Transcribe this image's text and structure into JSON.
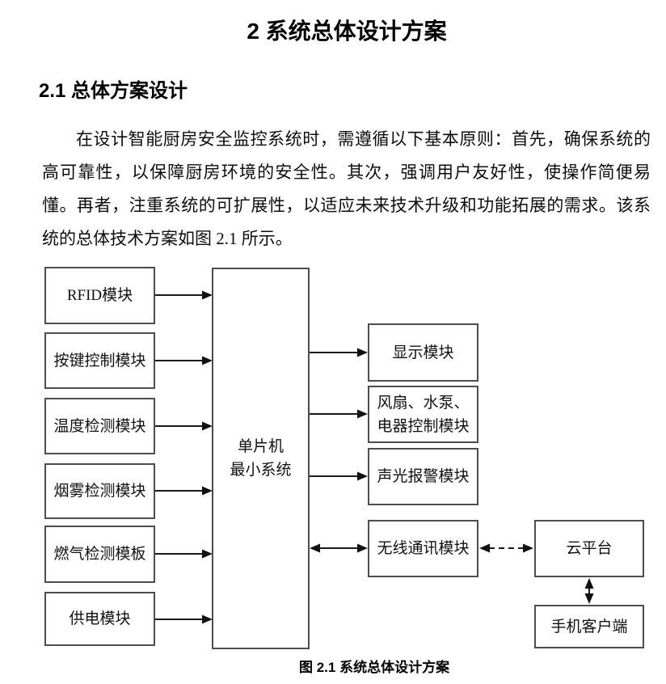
{
  "document": {
    "chapter_title": "2 系统总体设计方案",
    "section_heading": "2.1 总体方案设计",
    "paragraph": "在设计智能厨房安全监控系统时，需遵循以下基本原则：首先，确保系统的高可靠性，以保障厨房环境的安全性。其次，强调用户友好性，使操作简便易懂。再者，注重系统的可扩展性，以适应未来技术升级和功能拓展的需求。该系统的总体技术方案如图 2.1 所示。",
    "figure_caption": "图 2.1 系统总体设计方案"
  },
  "diagram": {
    "mcu": {
      "line1": "单片机",
      "line2": "最小系统"
    },
    "inputs": [
      {
        "label": "RFID模块"
      },
      {
        "label": "按键控制模块"
      },
      {
        "label": "温度检测模块"
      },
      {
        "label": "烟雾检测模块"
      },
      {
        "label": "燃气检测模板"
      },
      {
        "label": "供电模块"
      }
    ],
    "outputs": [
      {
        "label": "显示模块"
      },
      {
        "label": "风扇、水泵、",
        "label2": "电器控制模块"
      },
      {
        "label": "声光报警模块"
      },
      {
        "label": "无线通讯模块"
      }
    ],
    "cloud": {
      "label": "云平台"
    },
    "phone": {
      "label": "手机客户端"
    },
    "connections": [
      {
        "from": "RFID模块",
        "to": "单片机最小系统",
        "style": "solid",
        "direction": "one-way"
      },
      {
        "from": "按键控制模块",
        "to": "单片机最小系统",
        "style": "solid",
        "direction": "one-way"
      },
      {
        "from": "温度检测模块",
        "to": "单片机最小系统",
        "style": "solid",
        "direction": "one-way"
      },
      {
        "from": "烟雾检测模块",
        "to": "单片机最小系统",
        "style": "solid",
        "direction": "one-way"
      },
      {
        "from": "燃气检测模板",
        "to": "单片机最小系统",
        "style": "solid",
        "direction": "one-way"
      },
      {
        "from": "供电模块",
        "to": "单片机最小系统",
        "style": "solid",
        "direction": "one-way"
      },
      {
        "from": "单片机最小系统",
        "to": "显示模块",
        "style": "solid",
        "direction": "one-way"
      },
      {
        "from": "单片机最小系统",
        "to": "风扇、水泵、电器控制模块",
        "style": "solid",
        "direction": "one-way"
      },
      {
        "from": "单片机最小系统",
        "to": "声光报警模块",
        "style": "solid",
        "direction": "one-way"
      },
      {
        "from": "单片机最小系统",
        "to": "无线通讯模块",
        "style": "solid",
        "direction": "two-way"
      },
      {
        "from": "无线通讯模块",
        "to": "云平台",
        "style": "dashed",
        "direction": "two-way"
      },
      {
        "from": "云平台",
        "to": "手机客户端",
        "style": "solid",
        "direction": "two-way"
      }
    ]
  }
}
